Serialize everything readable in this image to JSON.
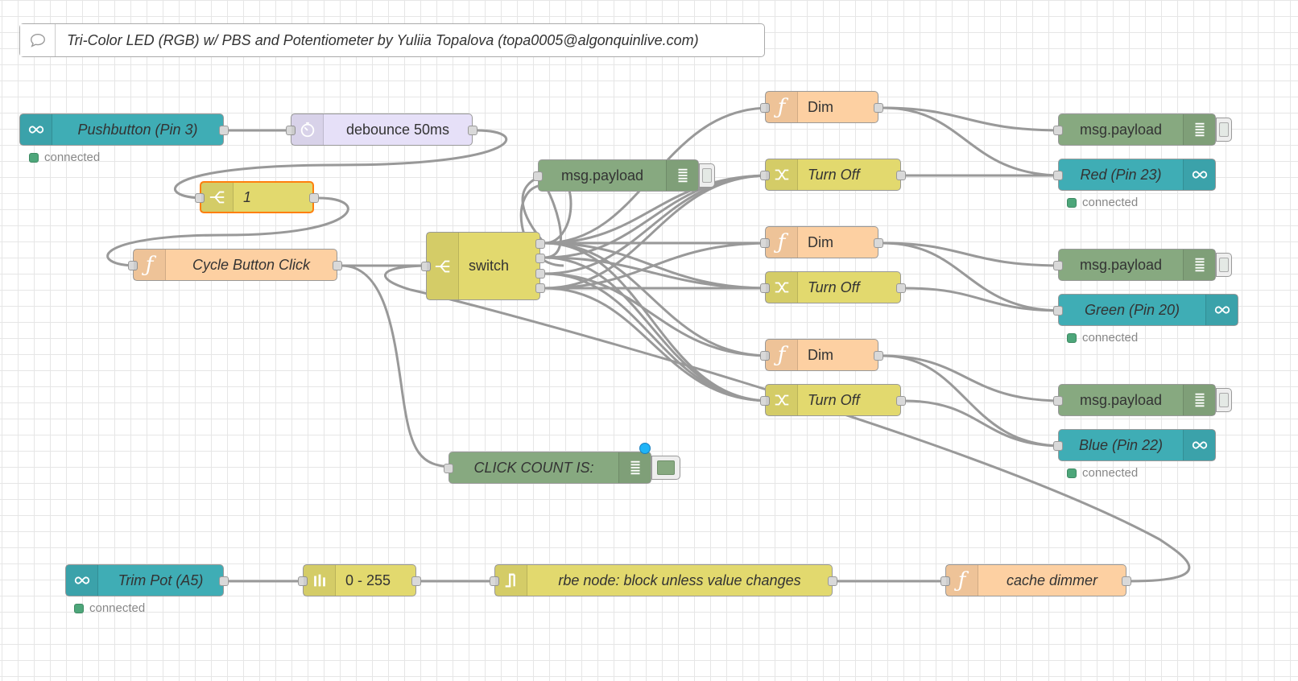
{
  "comment": {
    "text": "Tri-Color LED (RGB) w/ PBS and Potentiometer by Yuliia Topalova (topa0005@algonquinlive.com)",
    "icon": "comment-icon"
  },
  "colors": {
    "arduino": "#3fadb5",
    "function": "#fdd0a2",
    "switch": "#e2d96e",
    "debug": "#87a980",
    "delay": "#e6e0f8",
    "wire": "#999999",
    "status_connected": "#4da67a",
    "selection": "#ff7f0e"
  },
  "nodes": {
    "pushbutton": {
      "label": "Pushbutton (Pin 3)",
      "status": "connected",
      "icon": "arduino-icon"
    },
    "debounce": {
      "label": "debounce 50ms",
      "icon": "timer-icon"
    },
    "switch1": {
      "label": "1",
      "icon": "switch-icon"
    },
    "cycle": {
      "label": "Cycle Button Click",
      "icon": "function-icon"
    },
    "switch": {
      "label": "switch",
      "icon": "switch-icon"
    },
    "debug_mid": {
      "label": "msg.payload",
      "icon": "debug-icon"
    },
    "click_count": {
      "label": "CLICK COUNT IS:",
      "icon": "debug-icon"
    },
    "dim_red": {
      "label": "Dim",
      "icon": "function-icon"
    },
    "off_red": {
      "label": "Turn Off",
      "icon": "change-icon"
    },
    "dim_green": {
      "label": "Dim",
      "icon": "function-icon"
    },
    "off_green": {
      "label": "Turn Off",
      "icon": "change-icon"
    },
    "dim_blue": {
      "label": "Dim",
      "icon": "function-icon"
    },
    "off_blue": {
      "label": "Turn Off",
      "icon": "change-icon"
    },
    "debug_red": {
      "label": "msg.payload",
      "icon": "debug-icon"
    },
    "debug_green": {
      "label": "msg.payload",
      "icon": "debug-icon"
    },
    "debug_blue": {
      "label": "msg.payload",
      "icon": "debug-icon"
    },
    "red_pin": {
      "label": "Red (Pin 23)",
      "status": "connected",
      "icon": "arduino-icon"
    },
    "green_pin": {
      "label": "Green (Pin 20)",
      "status": "connected",
      "icon": "arduino-icon"
    },
    "blue_pin": {
      "label": "Blue (Pin 22)",
      "status": "connected",
      "icon": "arduino-icon"
    },
    "trimpot": {
      "label": "Trim Pot (A5)",
      "status": "connected",
      "icon": "arduino-icon"
    },
    "range": {
      "label": "0 - 255",
      "icon": "range-icon"
    },
    "rbe": {
      "label": "rbe node: block unless value changes",
      "icon": "rbe-icon"
    },
    "cache": {
      "label": "cache dimmer",
      "icon": "function-icon"
    }
  }
}
